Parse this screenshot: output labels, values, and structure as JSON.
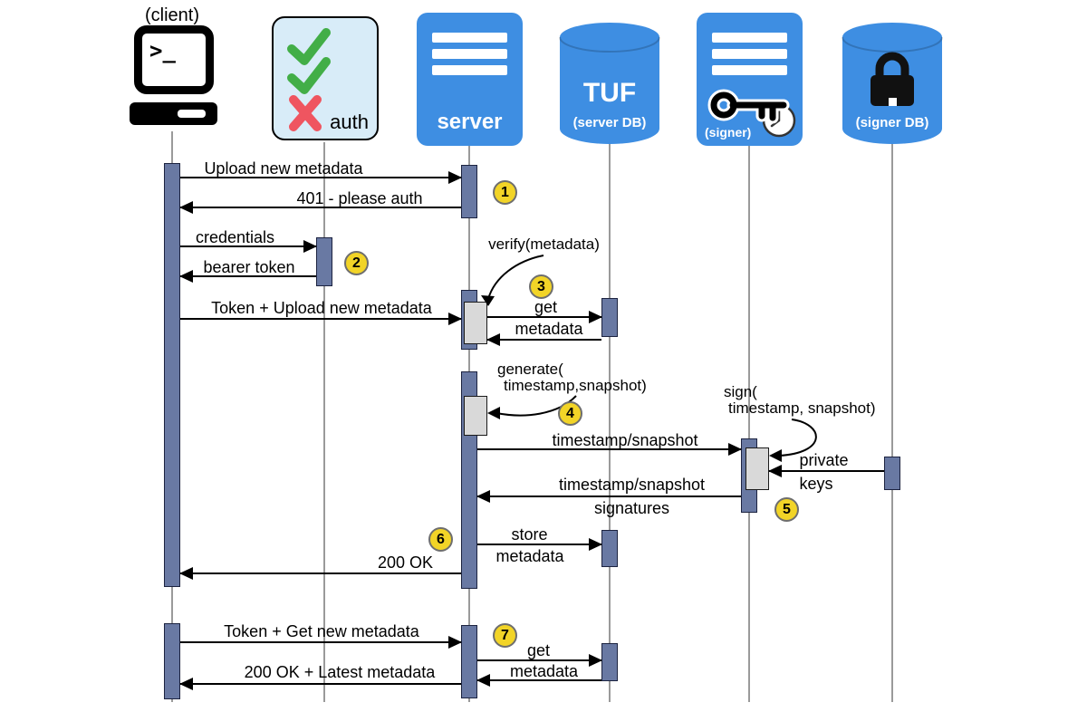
{
  "actors": {
    "client": {
      "label": "(client)"
    },
    "auth": {
      "label": "auth"
    },
    "server": {
      "label": "server"
    },
    "server_db": {
      "title": "TUF",
      "subtitle": "(server DB)"
    },
    "signer": {
      "label": "(signer)"
    },
    "signer_db": {
      "label": "(signer DB)"
    }
  },
  "messages": {
    "upload": "Upload new metadata",
    "auth401": "401 - please auth",
    "credentials": "credentials",
    "bearer_token": "bearer token",
    "token_upload": "Token + Upload new metadata",
    "verify": "verify(metadata)",
    "get_1": "get",
    "metadata_1": "metadata",
    "generate_l1": "generate(",
    "generate_l2": "timestamp,snapshot)",
    "timestamp_snapshot": "timestamp/snapshot",
    "sign_l1": "sign(",
    "sign_l2": "timestamp, snapshot)",
    "private_l1": "private",
    "private_l2": "keys",
    "signatures_l1": "timestamp/snapshot",
    "signatures_l2": "signatures",
    "store_l1": "store",
    "store_l2": "metadata",
    "ok_200": "200 OK",
    "token_get": "Token + Get new metadata",
    "get_2": "get",
    "metadata_2": "metadata",
    "ok_latest": "200 OK + Latest metadata"
  },
  "steps": {
    "s1": "1",
    "s2": "2",
    "s3": "3",
    "s4": "4",
    "s5": "5",
    "s6": "6",
    "s7": "7"
  },
  "colors": {
    "actor_blue": "#3e8ee2",
    "auth_bg": "#d8ecf8",
    "check_green": "#42ae47",
    "cross_red": "#ef5560",
    "activation_fill": "#6979a3",
    "inner_call_fill": "#d9d9d9",
    "badge_yellow": "#f2d427",
    "lifeline_gray": "#999999"
  }
}
